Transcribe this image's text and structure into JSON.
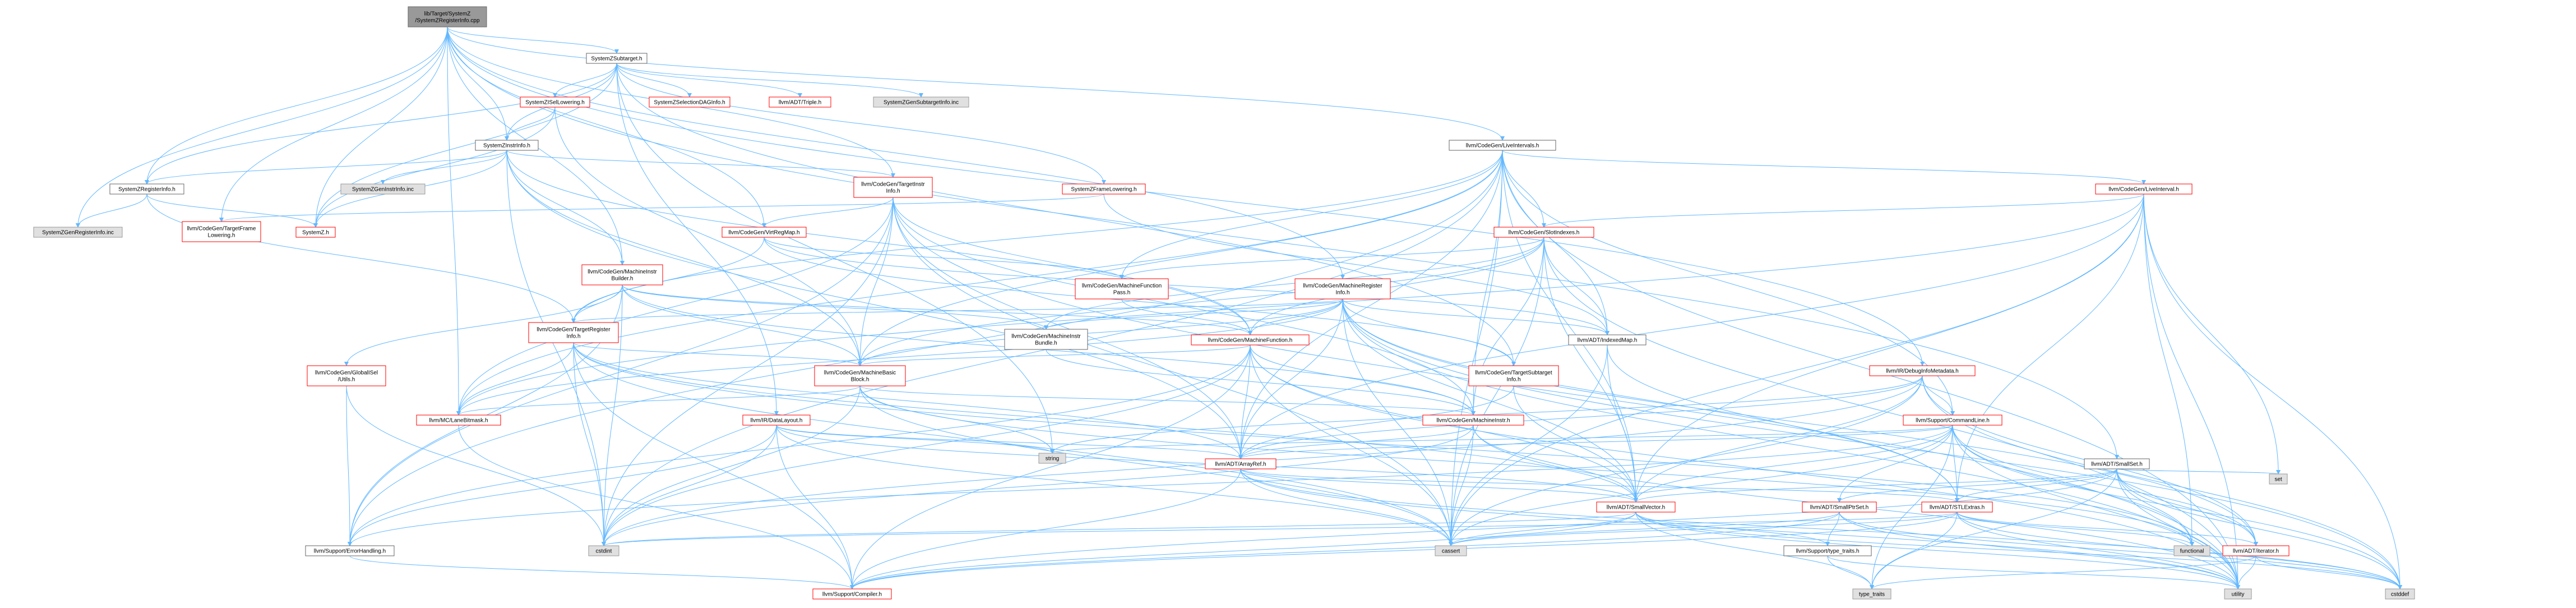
{
  "graph": {
    "title": "lib/Target/SystemZ/SystemZRegisterInfo.cpp",
    "colors": {
      "edge": "#63b8ff",
      "root_fill": "#999999",
      "red_border": "#ff0000",
      "gray_fill": "#e0e0e0"
    },
    "nodes": [
      {
        "id": "root",
        "lines": [
          "lib/Target/SystemZ",
          "/SystemZRegisterInfo.cpp"
        ],
        "kind": "root"
      },
      {
        "id": "subtarget",
        "lines": [
          "SystemZSubtarget.h"
        ],
        "kind": "black"
      },
      {
        "id": "isellow",
        "lines": [
          "SystemZISelLowering.h"
        ],
        "kind": "red"
      },
      {
        "id": "seldag",
        "lines": [
          "SystemZSelectionDAGInfo.h"
        ],
        "kind": "red"
      },
      {
        "id": "triple",
        "lines": [
          "llvm/ADT/Triple.h"
        ],
        "kind": "red"
      },
      {
        "id": "gensubtgt",
        "lines": [
          "SystemZGenSubtargetInfo.inc"
        ],
        "kind": "gray"
      },
      {
        "id": "instrinfo",
        "lines": [
          "SystemZInstrInfo.h"
        ],
        "kind": "black"
      },
      {
        "id": "geninstr",
        "lines": [
          "SystemZGenInstrInfo.inc"
        ],
        "kind": "gray"
      },
      {
        "id": "liveintervals",
        "lines": [
          "llvm/CodeGen/LiveIntervals.h"
        ],
        "kind": "black"
      },
      {
        "id": "reginfo",
        "lines": [
          "SystemZRegisterInfo.h"
        ],
        "kind": "black"
      },
      {
        "id": "genreginfo",
        "lines": [
          "SystemZGenRegisterInfo.inc"
        ],
        "kind": "gray"
      },
      {
        "id": "tfl",
        "lines": [
          "llvm/CodeGen/TargetFrame",
          "Lowering.h"
        ],
        "kind": "red"
      },
      {
        "id": "systemzh",
        "lines": [
          "SystemZ.h"
        ],
        "kind": "red"
      },
      {
        "id": "tii",
        "lines": [
          "llvm/CodeGen/TargetInstr",
          "Info.h"
        ],
        "kind": "red"
      },
      {
        "id": "framelow",
        "lines": [
          "SystemZFrameLowering.h"
        ],
        "kind": "red"
      },
      {
        "id": "liveinterval",
        "lines": [
          "llvm/CodeGen/LiveInterval.h"
        ],
        "kind": "red"
      },
      {
        "id": "vrm",
        "lines": [
          "llvm/CodeGen/VirtRegMap.h"
        ],
        "kind": "red"
      },
      {
        "id": "slotindexes",
        "lines": [
          "llvm/CodeGen/SlotIndexes.h"
        ],
        "kind": "red"
      },
      {
        "id": "mib",
        "lines": [
          "llvm/CodeGen/MachineInstr",
          "Builder.h"
        ],
        "kind": "red"
      },
      {
        "id": "mfpass",
        "lines": [
          "llvm/CodeGen/MachineFunction",
          "Pass.h"
        ],
        "kind": "red"
      },
      {
        "id": "mri",
        "lines": [
          "llvm/CodeGen/MachineRegister",
          "Info.h"
        ],
        "kind": "red"
      },
      {
        "id": "tri",
        "lines": [
          "llvm/CodeGen/TargetRegister",
          "Info.h"
        ],
        "kind": "red"
      },
      {
        "id": "mibundle",
        "lines": [
          "llvm/CodeGen/MachineInstr",
          "Bundle.h"
        ],
        "kind": "black"
      },
      {
        "id": "mf",
        "lines": [
          "llvm/CodeGen/MachineFunction.h"
        ],
        "kind": "red"
      },
      {
        "id": "indexedmap",
        "lines": [
          "llvm/ADT/IndexedMap.h"
        ],
        "kind": "black"
      },
      {
        "id": "globalisel",
        "lines": [
          "llvm/CodeGen/GlobalISel",
          "/Utils.h"
        ],
        "kind": "red"
      },
      {
        "id": "mbb",
        "lines": [
          "llvm/CodeGen/MachineBasic",
          "Block.h"
        ],
        "kind": "red"
      },
      {
        "id": "tsi",
        "lines": [
          "llvm/CodeGen/TargetSubtarget",
          "Info.h"
        ],
        "kind": "red"
      },
      {
        "id": "dim",
        "lines": [
          "llvm/IR/DebugInfoMetadata.h"
        ],
        "kind": "red"
      },
      {
        "id": "mclane",
        "lines": [
          "llvm/MC/LaneBitmask.h"
        ],
        "kind": "red"
      },
      {
        "id": "datalayout",
        "lines": [
          "llvm/IR/DataLayout.h"
        ],
        "kind": "red"
      },
      {
        "id": "mi",
        "lines": [
          "llvm/CodeGen/MachineInstr.h"
        ],
        "kind": "red"
      },
      {
        "id": "cmdline",
        "lines": [
          "llvm/Support/CommandLine.h"
        ],
        "kind": "red"
      },
      {
        "id": "string",
        "lines": [
          "string"
        ],
        "kind": "gray"
      },
      {
        "id": "arrayref",
        "lines": [
          "llvm/ADT/ArrayRef.h"
        ],
        "kind": "red"
      },
      {
        "id": "smallset",
        "lines": [
          "llvm/ADT/SmallSet.h"
        ],
        "kind": "black"
      },
      {
        "id": "set",
        "lines": [
          "set"
        ],
        "kind": "gray"
      },
      {
        "id": "smallvector",
        "lines": [
          "llvm/ADT/SmallVector.h"
        ],
        "kind": "red"
      },
      {
        "id": "smallptrset",
        "lines": [
          "llvm/ADT/SmallPtrSet.h"
        ],
        "kind": "red"
      },
      {
        "id": "stlextras",
        "lines": [
          "llvm/ADT/STLExtras.h"
        ],
        "kind": "red"
      },
      {
        "id": "errorhandling",
        "lines": [
          "llvm/Support/ErrorHandling.h"
        ],
        "kind": "black"
      },
      {
        "id": "cstdint",
        "lines": [
          "cstdint"
        ],
        "kind": "gray"
      },
      {
        "id": "cassert",
        "lines": [
          "cassert"
        ],
        "kind": "gray"
      },
      {
        "id": "typetraitsh",
        "lines": [
          "llvm/Support/type_traits.h"
        ],
        "kind": "black"
      },
      {
        "id": "functional",
        "lines": [
          "functional"
        ],
        "kind": "gray"
      },
      {
        "id": "iterator",
        "lines": [
          "llvm/ADT/iterator.h"
        ],
        "kind": "red"
      },
      {
        "id": "compiler",
        "lines": [
          "llvm/Support/Compiler.h"
        ],
        "kind": "red"
      },
      {
        "id": "type_traits",
        "lines": [
          "type_traits"
        ],
        "kind": "gray"
      },
      {
        "id": "utility",
        "lines": [
          "utility"
        ],
        "kind": "gray"
      },
      {
        "id": "cstddef",
        "lines": [
          "cstddef"
        ],
        "kind": "gray"
      }
    ],
    "edges": [
      [
        "root",
        "subtarget"
      ],
      [
        "root",
        "reginfo"
      ],
      [
        "root",
        "genreginfo"
      ],
      [
        "root",
        "tfl"
      ],
      [
        "root",
        "systemzh"
      ],
      [
        "root",
        "instrinfo"
      ],
      [
        "root",
        "liveintervals"
      ],
      [
        "root",
        "vrm"
      ],
      [
        "root",
        "mri"
      ],
      [
        "root",
        "mclane"
      ],
      [
        "root",
        "dim"
      ],
      [
        "root",
        "tii"
      ],
      [
        "root",
        "smallset"
      ],
      [
        "root",
        "mib"
      ],
      [
        "subtarget",
        "isellow"
      ],
      [
        "subtarget",
        "seldag"
      ],
      [
        "subtarget",
        "triple"
      ],
      [
        "subtarget",
        "gensubtgt"
      ],
      [
        "subtarget",
        "instrinfo"
      ],
      [
        "subtarget",
        "reginfo"
      ],
      [
        "subtarget",
        "framelow"
      ],
      [
        "subtarget",
        "tsi"
      ],
      [
        "subtarget",
        "datalayout"
      ],
      [
        "subtarget",
        "string"
      ],
      [
        "subtarget",
        "systemzh"
      ],
      [
        "isellow",
        "instrinfo"
      ],
      [
        "isellow",
        "mbb"
      ],
      [
        "isellow",
        "systemzh"
      ],
      [
        "instrinfo",
        "geninstr"
      ],
      [
        "instrinfo",
        "reginfo"
      ],
      [
        "instrinfo",
        "systemzh"
      ],
      [
        "instrinfo",
        "tii"
      ],
      [
        "instrinfo",
        "mib"
      ],
      [
        "instrinfo",
        "mbb"
      ],
      [
        "instrinfo",
        "mf"
      ],
      [
        "instrinfo",
        "arrayref"
      ],
      [
        "instrinfo",
        "cstdint"
      ],
      [
        "reginfo",
        "genreginfo"
      ],
      [
        "reginfo",
        "systemzh"
      ],
      [
        "reginfo",
        "tri"
      ],
      [
        "tii",
        "mbb"
      ],
      [
        "tii",
        "mi"
      ],
      [
        "tii",
        "mf"
      ],
      [
        "tii",
        "arrayref"
      ],
      [
        "tii",
        "vrm"
      ],
      [
        "tii",
        "mclane"
      ],
      [
        "tii",
        "cassert"
      ],
      [
        "tii",
        "cstdint"
      ],
      [
        "tii",
        "utility"
      ],
      [
        "tii",
        "errorhandling"
      ],
      [
        "framelow",
        "tfl"
      ],
      [
        "framelow",
        "indexedmap"
      ],
      [
        "liveintervals",
        "liveinterval"
      ],
      [
        "liveintervals",
        "slotindexes"
      ],
      [
        "liveintervals",
        "indexedmap"
      ],
      [
        "liveintervals",
        "mbb"
      ],
      [
        "liveintervals",
        "mfpass"
      ],
      [
        "liveintervals",
        "arrayref"
      ],
      [
        "liveintervals",
        "smallvector"
      ],
      [
        "liveintervals",
        "mi"
      ],
      [
        "liveintervals",
        "tri"
      ],
      [
        "liveintervals",
        "errorhandling"
      ],
      [
        "liveintervals",
        "cmdline"
      ],
      [
        "liveintervals",
        "mclane"
      ],
      [
        "liveintervals",
        "cassert"
      ],
      [
        "liveintervals",
        "cstdint"
      ],
      [
        "liveintervals",
        "utility"
      ],
      [
        "liveinterval",
        "slotindexes"
      ],
      [
        "liveinterval",
        "arrayref"
      ],
      [
        "liveinterval",
        "smallvector"
      ],
      [
        "liveinterval",
        "stlextras"
      ],
      [
        "liveinterval",
        "cassert"
      ],
      [
        "liveinterval",
        "mclane"
      ],
      [
        "liveinterval",
        "set"
      ],
      [
        "liveinterval",
        "cstddef"
      ],
      [
        "liveinterval",
        "utility"
      ],
      [
        "liveinterval",
        "functional"
      ],
      [
        "vrm",
        "mfpass"
      ],
      [
        "vrm",
        "indexedmap"
      ],
      [
        "vrm",
        "tri"
      ],
      [
        "vrm",
        "tsi"
      ],
      [
        "slotindexes",
        "mbb"
      ],
      [
        "slotindexes",
        "mfpass"
      ],
      [
        "slotindexes",
        "mf"
      ],
      [
        "slotindexes",
        "mi"
      ],
      [
        "slotindexes",
        "mibundle"
      ],
      [
        "slotindexes",
        "indexedmap"
      ],
      [
        "slotindexes",
        "smallvector"
      ],
      [
        "slotindexes",
        "cassert"
      ],
      [
        "slotindexes",
        "utility"
      ],
      [
        "mib",
        "mf"
      ],
      [
        "mib",
        "mbb"
      ],
      [
        "mib",
        "mi"
      ],
      [
        "mib",
        "tri"
      ],
      [
        "mib",
        "mibundle"
      ],
      [
        "mib",
        "globalisel"
      ],
      [
        "mib",
        "errorhandling"
      ],
      [
        "mib",
        "cstdint"
      ],
      [
        "mfpass",
        "mf"
      ],
      [
        "mri",
        "mf"
      ],
      [
        "mri",
        "mbb"
      ],
      [
        "mri",
        "mibundle"
      ],
      [
        "mri",
        "tri"
      ],
      [
        "mri",
        "tsi"
      ],
      [
        "mri",
        "indexedmap"
      ],
      [
        "mri",
        "arrayref"
      ],
      [
        "mri",
        "smallvector"
      ],
      [
        "mri",
        "stlextras"
      ],
      [
        "mri",
        "iterator"
      ],
      [
        "mri",
        "mclane"
      ],
      [
        "mri",
        "cassert"
      ],
      [
        "mri",
        "cstddef"
      ],
      [
        "mri",
        "utility"
      ],
      [
        "tri",
        "mbb"
      ],
      [
        "tri",
        "mclane"
      ],
      [
        "tri",
        "arrayref"
      ],
      [
        "tri",
        "smallvector"
      ],
      [
        "tri",
        "cassert"
      ],
      [
        "tri",
        "cstdint"
      ],
      [
        "tri",
        "compiler"
      ],
      [
        "tri",
        "functional"
      ],
      [
        "mf",
        "mbb"
      ],
      [
        "mf",
        "mi"
      ],
      [
        "mf",
        "arrayref"
      ],
      [
        "mf",
        "smallvector"
      ],
      [
        "mf",
        "cassert"
      ],
      [
        "mf",
        "cstdint"
      ],
      [
        "mf",
        "utility"
      ],
      [
        "mf",
        "errorhandling"
      ],
      [
        "mf",
        "compiler"
      ],
      [
        "mibundle",
        "mi"
      ],
      [
        "indexedmap",
        "smallvector"
      ],
      [
        "indexedmap",
        "stlextras"
      ],
      [
        "indexedmap",
        "cassert"
      ],
      [
        "globalisel",
        "cstdint"
      ],
      [
        "globalisel",
        "errorhandling"
      ],
      [
        "mbb",
        "mi"
      ],
      [
        "mbb",
        "mclane"
      ],
      [
        "mbb",
        "cassert"
      ],
      [
        "mbb",
        "cstdint"
      ],
      [
        "mbb",
        "functional"
      ],
      [
        "mbb",
        "string"
      ],
      [
        "tsi",
        "arrayref"
      ],
      [
        "tsi",
        "smallvector"
      ],
      [
        "dim",
        "cmdline"
      ],
      [
        "dim",
        "arrayref"
      ],
      [
        "dim",
        "smallvector"
      ],
      [
        "dim",
        "cassert"
      ],
      [
        "dim",
        "cstddef"
      ],
      [
        "dim",
        "cstdint"
      ],
      [
        "dim",
        "iterator"
      ],
      [
        "dim",
        "string"
      ],
      [
        "mclane",
        "compiler"
      ],
      [
        "datalayout",
        "arrayref"
      ],
      [
        "datalayout",
        "smallvector"
      ],
      [
        "datalayout",
        "string"
      ],
      [
        "datalayout",
        "cassert"
      ],
      [
        "datalayout",
        "cstdint"
      ],
      [
        "datalayout",
        "errorhandling"
      ],
      [
        "datalayout",
        "compiler"
      ],
      [
        "mi",
        "arrayref"
      ],
      [
        "mi",
        "smallvector"
      ],
      [
        "mi",
        "cassert"
      ],
      [
        "mi",
        "cstdint"
      ],
      [
        "mi",
        "utility"
      ],
      [
        "cmdline",
        "arrayref"
      ],
      [
        "cmdline",
        "smallvector"
      ],
      [
        "cmdline",
        "smallptrset"
      ],
      [
        "cmdline",
        "stlextras"
      ],
      [
        "cmdline",
        "errorhandling"
      ],
      [
        "cmdline",
        "string"
      ],
      [
        "cmdline",
        "cassert"
      ],
      [
        "cmdline",
        "functional"
      ],
      [
        "cmdline",
        "type_traits"
      ],
      [
        "cmdline",
        "utility"
      ],
      [
        "cmdline",
        "cstddef"
      ],
      [
        "cmdline",
        "iterator"
      ],
      [
        "arrayref",
        "smallvector"
      ],
      [
        "arrayref",
        "stlextras"
      ],
      [
        "arrayref",
        "cassert"
      ],
      [
        "arrayref",
        "compiler"
      ],
      [
        "arrayref",
        "cstddef"
      ],
      [
        "arrayref",
        "utility"
      ],
      [
        "smallset",
        "smallptrset"
      ],
      [
        "smallset",
        "smallvector"
      ],
      [
        "smallset",
        "stlextras"
      ],
      [
        "smallset",
        "iterator"
      ],
      [
        "smallset",
        "compiler"
      ],
      [
        "smallset",
        "set"
      ],
      [
        "smallset",
        "cstddef"
      ],
      [
        "smallset",
        "functional"
      ],
      [
        "smallset",
        "utility"
      ],
      [
        "smallset",
        "type_traits"
      ],
      [
        "smallvector",
        "compiler"
      ],
      [
        "smallvector",
        "type_traits"
      ],
      [
        "smallvector",
        "cassert"
      ],
      [
        "smallvector",
        "cstddef"
      ],
      [
        "smallvector",
        "cstdint"
      ],
      [
        "smallvector",
        "utility"
      ],
      [
        "smallvector",
        "typetraitsh"
      ],
      [
        "smallptrset",
        "compiler"
      ],
      [
        "smallptrset",
        "typetraitsh"
      ],
      [
        "smallptrset",
        "cassert"
      ],
      [
        "smallptrset",
        "cstddef"
      ],
      [
        "smallptrset",
        "utility"
      ],
      [
        "stlextras",
        "iterator"
      ],
      [
        "stlextras",
        "compiler"
      ],
      [
        "stlextras",
        "cassert"
      ],
      [
        "stlextras",
        "cstddef"
      ],
      [
        "stlextras",
        "functional"
      ],
      [
        "stlextras",
        "utility"
      ],
      [
        "stlextras",
        "type_traits"
      ],
      [
        "stlextras",
        "cstdint"
      ],
      [
        "errorhandling",
        "compiler"
      ],
      [
        "typetraitsh",
        "type_traits"
      ],
      [
        "typetraitsh",
        "utility"
      ],
      [
        "iterator",
        "type_traits"
      ],
      [
        "iterator",
        "utility"
      ],
      [
        "iterator",
        "cstddef"
      ]
    ]
  }
}
